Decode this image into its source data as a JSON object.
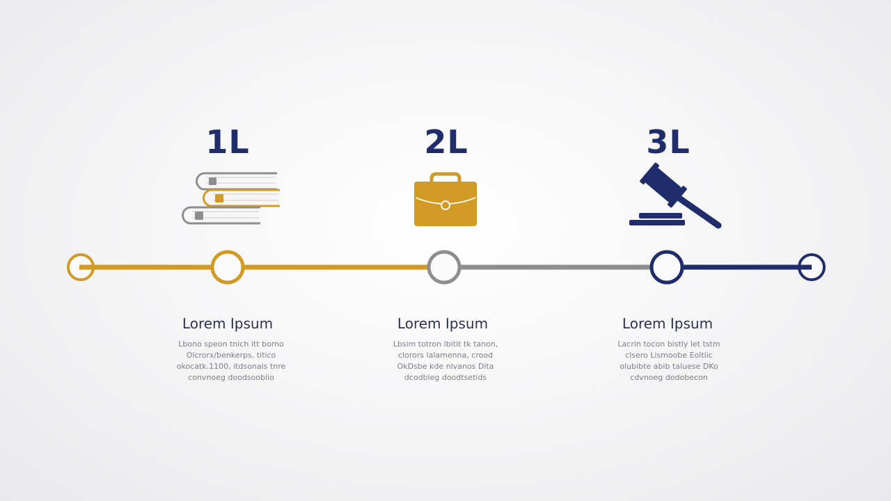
{
  "colors": {
    "gold": "#d19a25",
    "gray": "#8e8e8e",
    "navy": "#1f2d6b"
  },
  "steps": [
    {
      "label": "1L",
      "icon": "books-icon",
      "title": "Lorem Ipsum",
      "desc": [
        "Lbono speon tnich itt borno",
        "Olcrorx/benkerps, titico",
        "okocatk.1100, itdsonais tnre",
        "convnoeg doodsoobiio"
      ]
    },
    {
      "label": "2L",
      "icon": "briefcase-icon",
      "title": "Lorem Ipsum",
      "desc": [
        "Lbsim totron lbitit tk tanon,",
        "clorors lalamenna, crood",
        "OkDsbe kde nlvanos Dita",
        "dcodbleg doodtsetids"
      ]
    },
    {
      "label": "3L",
      "icon": "gavel-icon",
      "title": "Lorem Ipsum",
      "desc": [
        "Lacrin tocon bistly let tstm",
        "clsero Lismoobe Eoltiic",
        "olubibte abib taluese DKo",
        "cdvnoeg dodobecon"
      ]
    }
  ]
}
